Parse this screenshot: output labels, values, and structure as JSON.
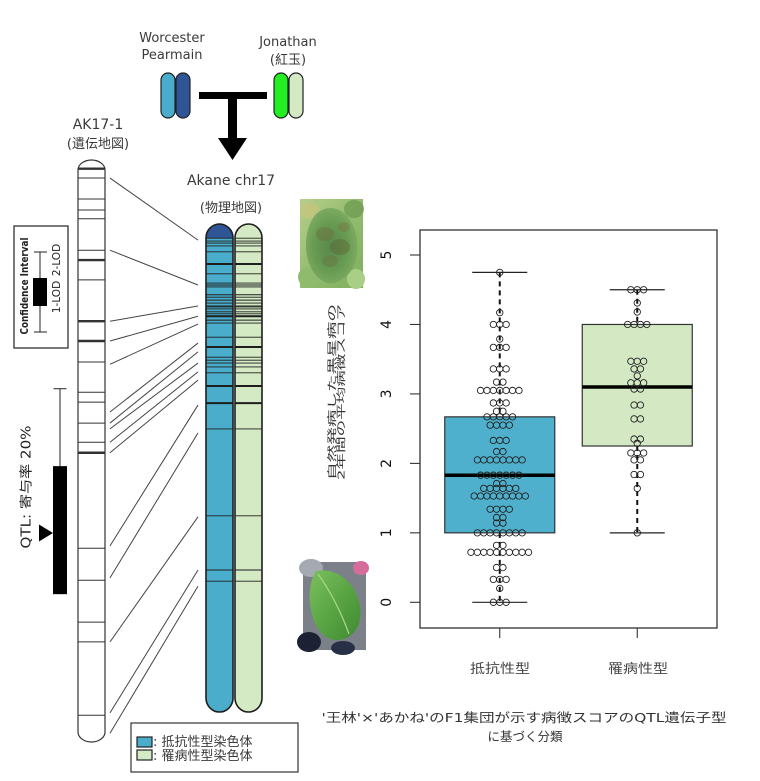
{
  "cross": {
    "parent_left": {
      "name_line1": "Worcester",
      "name_line2": "Pearmain",
      "chromatid_colors": [
        "#4aadcb",
        "#2f5597"
      ]
    },
    "parent_right": {
      "name_line1": "Jonathan",
      "name_line2": "(紅玉)",
      "chromatid_colors": [
        "#22ee22",
        "#d3eac4"
      ]
    },
    "cross_symbol": "cross-arrow-icon"
  },
  "genetic_map": {
    "title": "AK17-1",
    "subtitle": "(遺伝地図)",
    "markers": [
      0.015,
      0.031,
      0.067,
      0.086,
      0.101,
      0.155,
      0.172,
      0.206,
      0.277,
      0.311,
      0.347,
      0.399,
      0.416,
      0.452,
      0.485,
      0.503,
      0.667,
      0.722,
      0.794,
      0.828,
      0.954
    ],
    "emphasized_markers": [
      0.015,
      0.172,
      0.277,
      0.311,
      0.503
    ],
    "qtl": {
      "label": "QTL: 寄与率 20%",
      "two_lod": [
        0.393,
        0.746
      ],
      "one_lod": [
        0.526,
        0.746
      ],
      "peak": 0.641
    }
  },
  "physical_map": {
    "title": "Akane chr17",
    "subtitle": "(物理地図)",
    "resistant_color": "#4aadcb",
    "susceptible_color": "#d3eac4",
    "top_segment": {
      "to": 0.029,
      "color": "#2f5597"
    },
    "markers": [
      0.029,
      0.035,
      0.039,
      0.045,
      0.057,
      0.082,
      0.102,
      0.121,
      0.125,
      0.129,
      0.145,
      0.15,
      0.156,
      0.162,
      0.168,
      0.17,
      0.174,
      0.18,
      0.184,
      0.189,
      0.197,
      0.203,
      0.232,
      0.252,
      0.273,
      0.279,
      0.285,
      0.293,
      0.305,
      0.332,
      0.367,
      0.42,
      0.598,
      0.709,
      0.732
    ],
    "emphasized_markers": [
      0.082,
      0.189,
      0.252,
      0.332,
      0.367
    ]
  },
  "correspondence": [
    [
      0.031,
      0.033
    ],
    [
      0.155,
      0.125
    ],
    [
      0.277,
      0.168
    ],
    [
      0.311,
      0.189
    ],
    [
      0.351,
      0.205
    ],
    [
      0.433,
      0.244
    ],
    [
      0.452,
      0.262
    ],
    [
      0.462,
      0.285
    ],
    [
      0.485,
      0.303
    ],
    [
      0.503,
      0.32
    ],
    [
      0.663,
      0.371
    ],
    [
      0.718,
      0.428
    ],
    [
      0.828,
      0.6
    ],
    [
      0.95,
      0.709
    ],
    [
      0.985,
      0.742
    ]
  ],
  "confidence_interval_key": {
    "title": "Confidence Interval",
    "label_1lod": "1-LOD",
    "label_2lod": "2-LOD"
  },
  "chromosome_legend": {
    "items": [
      {
        "label": ": 抵抗性型染色体",
        "color": "#4aadcb"
      },
      {
        "label": ": 罹病性型染色体",
        "color": "#d3eac4"
      }
    ]
  },
  "photos": {
    "top": "scab-infected-leaf-photo",
    "bottom": "healthy-leaf-photo"
  },
  "chart_data": {
    "type": "box",
    "title": "",
    "xlabel": "",
    "ylabel": [
      "自然発病した黒星病の",
      "2年間の平均病徴スコア"
    ],
    "categories": [
      "抵抗性型",
      "罹病性型"
    ],
    "xlim": [
      0.42,
      2.58
    ],
    "ylim": [
      -0.37,
      5.36
    ],
    "yticks": [
      0,
      1,
      2,
      3,
      4,
      5
    ],
    "grid": false,
    "series": [
      {
        "name": "抵抗性型",
        "color": "#4eb0cc",
        "whisker_low": 0.0,
        "q1": 1.0,
        "median": 1.83,
        "q3": 2.67,
        "whisker_high": 4.75,
        "points": [
          [
            4.75,
            1
          ],
          [
            4.17,
            1
          ],
          [
            4.0,
            3
          ],
          [
            3.79,
            1
          ],
          [
            3.67,
            3
          ],
          [
            3.36,
            3
          ],
          [
            3.17,
            2
          ],
          [
            3.05,
            7
          ],
          [
            2.87,
            3
          ],
          [
            2.75,
            2
          ],
          [
            2.67,
            5
          ],
          [
            2.55,
            4
          ],
          [
            2.33,
            3
          ],
          [
            2.17,
            2
          ],
          [
            2.05,
            8
          ],
          [
            1.83,
            7
          ],
          [
            1.71,
            2
          ],
          [
            1.64,
            6
          ],
          [
            1.53,
            9
          ],
          [
            1.34,
            4
          ],
          [
            1.22,
            2
          ],
          [
            1.14,
            2
          ],
          [
            1.0,
            8
          ],
          [
            0.82,
            2
          ],
          [
            0.72,
            10
          ],
          [
            0.5,
            2
          ],
          [
            0.33,
            3
          ],
          [
            0.2,
            1
          ],
          [
            0.0,
            3
          ]
        ]
      },
      {
        "name": "罹病性型",
        "color": "#d4e9c3",
        "whisker_low": 1.0,
        "q1": 2.25,
        "median": 3.1,
        "q3": 4.0,
        "whisker_high": 4.5,
        "points": [
          [
            4.5,
            3
          ],
          [
            4.31,
            1
          ],
          [
            4.18,
            1
          ],
          [
            4.0,
            4
          ],
          [
            3.47,
            3
          ],
          [
            3.36,
            2
          ],
          [
            3.26,
            1
          ],
          [
            3.16,
            3
          ],
          [
            3.07,
            2
          ],
          [
            2.84,
            2
          ],
          [
            2.64,
            2
          ],
          [
            2.35,
            2
          ],
          [
            2.29,
            1
          ],
          [
            2.15,
            3
          ],
          [
            2.05,
            2
          ],
          [
            1.84,
            2
          ],
          [
            1.64,
            1
          ],
          [
            1.0,
            1
          ]
        ]
      }
    ]
  },
  "caption": {
    "line1": "'王林'×'あかね'のF1集団が示す病徴スコアのQTL遺伝子型",
    "line2": "に基づく分類"
  }
}
